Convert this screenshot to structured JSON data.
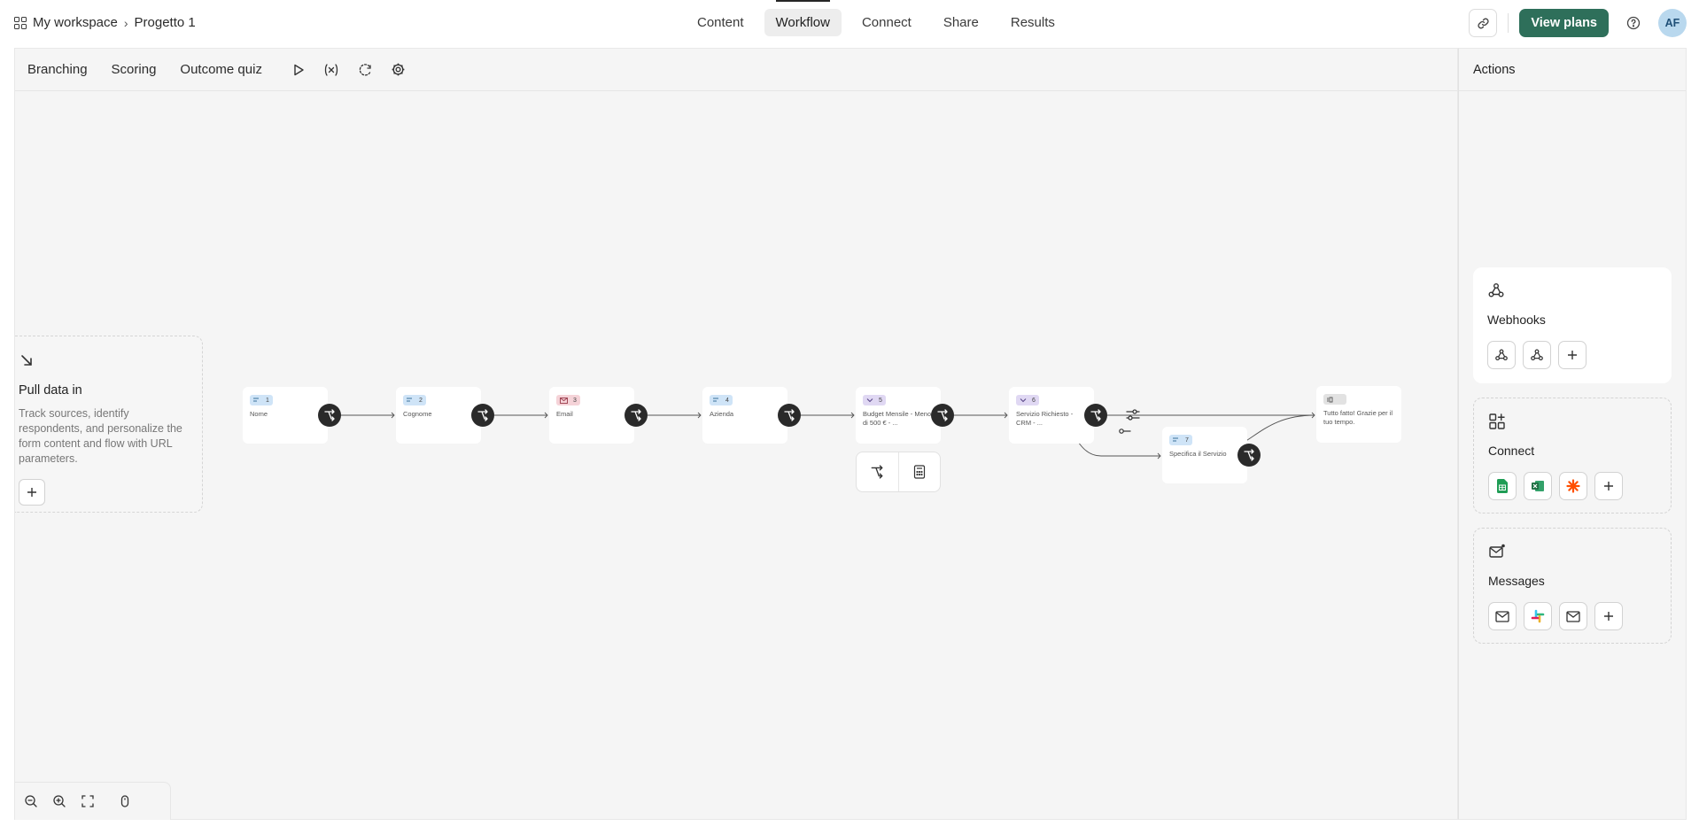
{
  "breadcrumb": {
    "workspace": "My workspace",
    "separator": "›",
    "project": "Progetto 1"
  },
  "tabs": [
    {
      "label": "Content",
      "active": false
    },
    {
      "label": "Workflow",
      "active": true
    },
    {
      "label": "Connect",
      "active": false
    },
    {
      "label": "Share",
      "active": false
    },
    {
      "label": "Results",
      "active": false
    }
  ],
  "header": {
    "view_plans_label": "View plans",
    "avatar_initials": "AF"
  },
  "toolbar": {
    "branching": "Branching",
    "scoring": "Scoring",
    "outcome_quiz": "Outcome quiz"
  },
  "pull_data": {
    "title": "Pull data in",
    "description": "Track sources, identify respondents, and personalize the form content and flow with URL parameters."
  },
  "nodes": [
    {
      "number": "1",
      "title": "Nome",
      "badge": "blue"
    },
    {
      "number": "2",
      "title": "Cognome",
      "badge": "blue"
    },
    {
      "number": "3",
      "title": "Email",
      "badge": "pink"
    },
    {
      "number": "4",
      "title": "Azienda",
      "badge": "blue"
    },
    {
      "number": "5",
      "title": "Budget Mensile - Meno di 500 € - ...",
      "badge": "purple"
    },
    {
      "number": "6",
      "title": "Servizio Richiesto - CRM - ...",
      "badge": "purple"
    },
    {
      "number": "7",
      "title": "Specifica il Servizio",
      "badge": "blue"
    },
    {
      "number": "",
      "title": "Tutto fatto! Grazie per il tuo tempo.",
      "badge": "gray"
    }
  ],
  "panel": {
    "title": "Actions",
    "webhooks": "Webhooks",
    "connect": "Connect",
    "messages": "Messages"
  },
  "colors": {
    "primary": "#2e6f5a",
    "sheets": "#1f9d55",
    "excel": "#1d6f42",
    "zapier": "#ff4f00",
    "slack_red": "#e01e5a"
  }
}
